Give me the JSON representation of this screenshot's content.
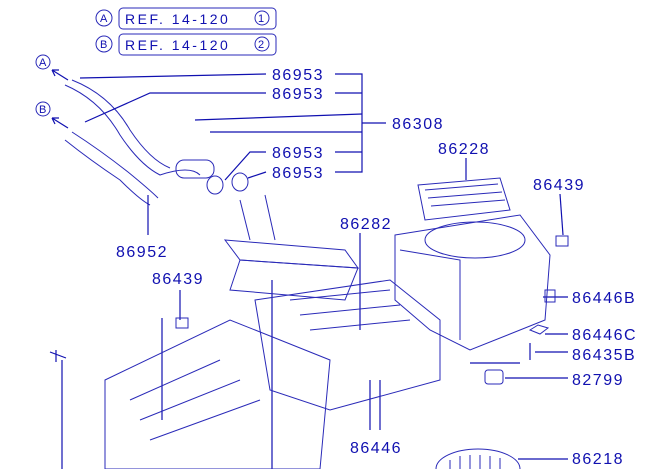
{
  "references": [
    {
      "marker": "A",
      "text": "REF. 14-120",
      "num": "1"
    },
    {
      "marker": "B",
      "text": "REF. 14-120",
      "num": "2"
    }
  ],
  "arrow_markers": [
    "A",
    "B"
  ],
  "parts": {
    "p86953_1": "86953",
    "p86953_2": "86953",
    "p86308": "86308",
    "p86953_3": "86953",
    "p86953_4": "86953",
    "p86952": "86952",
    "p86228": "86228",
    "p86439_r": "86439",
    "p86282": "86282",
    "p86439_l": "86439",
    "p86446B": "86446B",
    "p86446C": "86446C",
    "p86435B": "86435B",
    "p82799": "82799",
    "p86446": "86446",
    "p86218": "86218"
  },
  "colors": {
    "ink": "#1010b0"
  }
}
